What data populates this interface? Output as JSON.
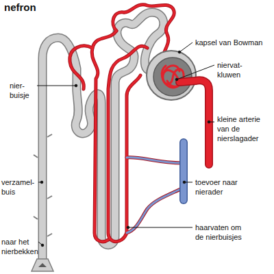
{
  "diagram": {
    "title": "nefron",
    "labels": [
      "kapsel van Bowman",
      "niervat- kluwen",
      "kleine arterie van de nierslagader",
      "toevoer naar nierader",
      "haarvaten om de nierbuisjes",
      "nier- buisje",
      "verzamel- buis",
      "naar het nierbekken"
    ]
  }
}
